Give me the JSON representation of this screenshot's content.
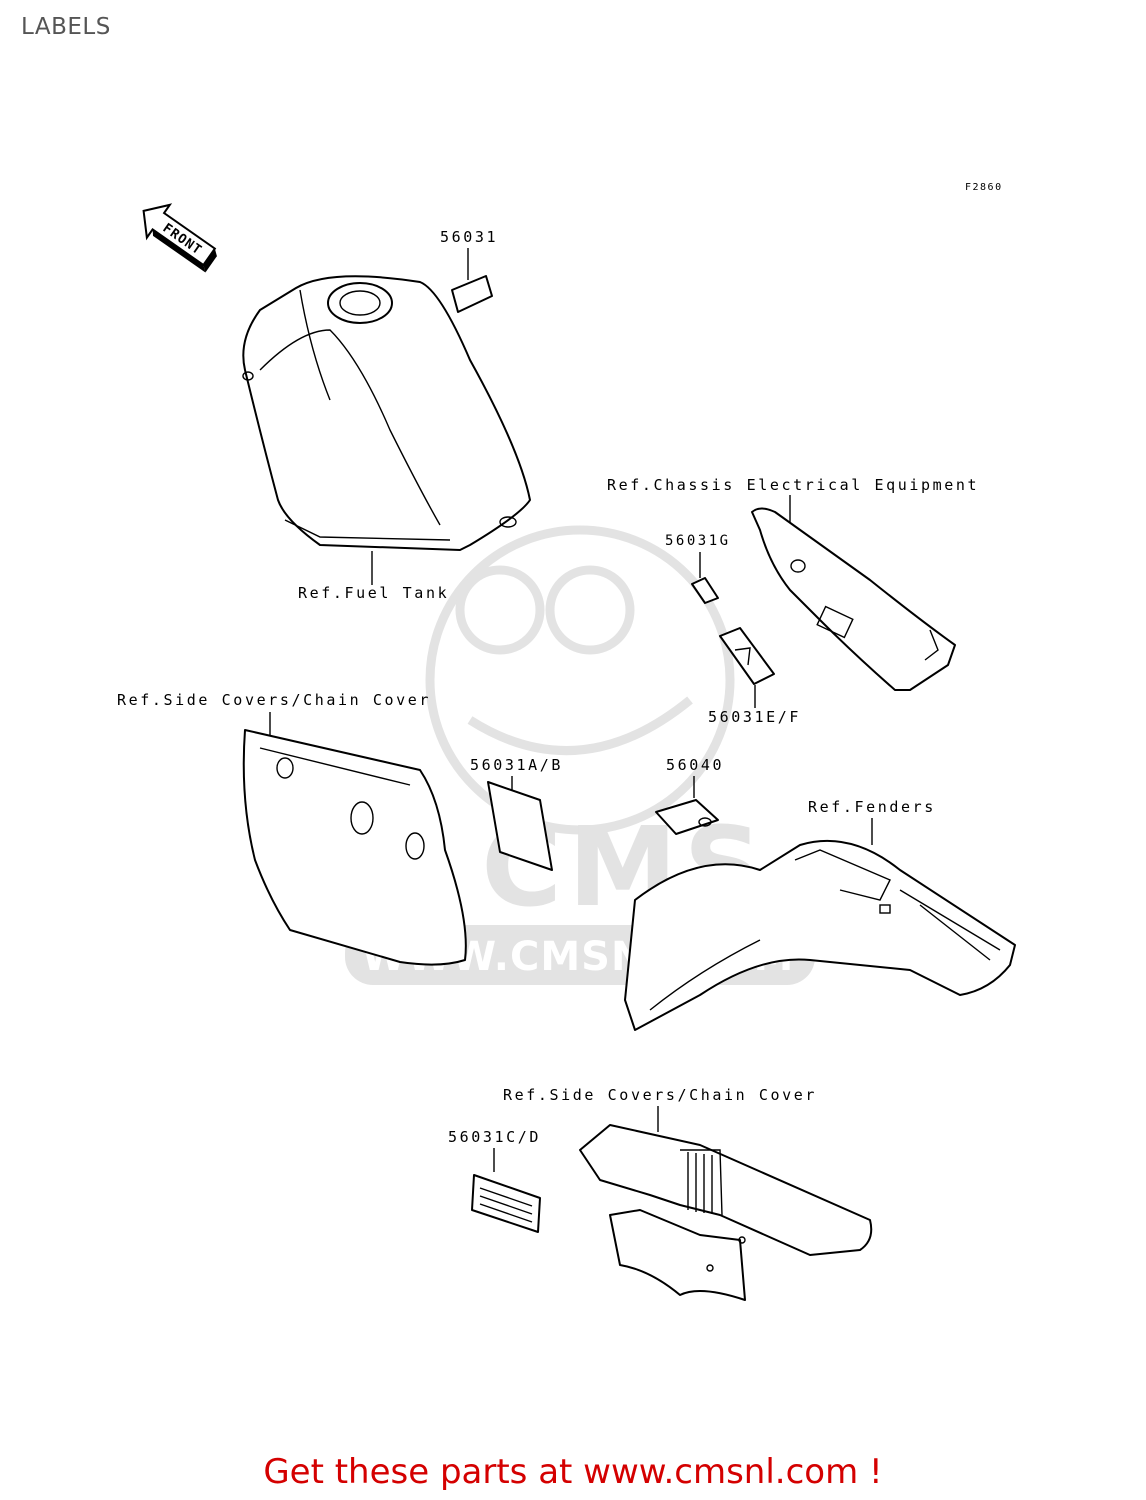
{
  "title": "LABELS",
  "figure_code": "F2860",
  "direction_arrow": "FRONT",
  "watermark": {
    "brand": "CMS",
    "url": "WWW.CMSNL.COM",
    "color": "#e3e3e3"
  },
  "callouts": {
    "label_56031": "56031",
    "ref_fuel_tank": "Ref.Fuel Tank",
    "ref_chassis_electrical": "Ref.Chassis Electrical Equipment",
    "label_56031g": "56031G",
    "label_56031ef": "56031E/F",
    "ref_side_covers_1": "Ref.Side Covers/Chain Cover",
    "label_56031ab": "56031A/B",
    "label_56040": "56040",
    "ref_fenders": "Ref.Fenders",
    "ref_side_covers_2": "Ref.Side Covers/Chain Cover",
    "label_56031cd": "56031C/D"
  },
  "promo_text": "Get these parts at www.cmsnl.com !",
  "promo_color": "#d40000"
}
